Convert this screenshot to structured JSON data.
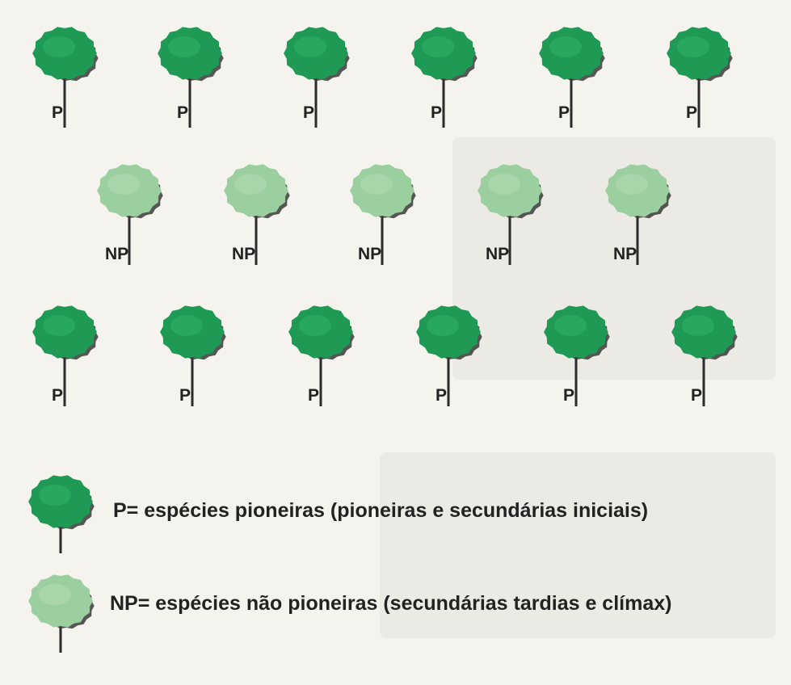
{
  "rows": [
    {
      "label": "P",
      "kind": "pioneer"
    },
    {
      "label": "NP",
      "kind": "non_pioneer"
    },
    {
      "label": "P",
      "kind": "pioneer"
    }
  ],
  "colors": {
    "pioneer": "#1f9a55",
    "pioneer_highlight": "#2fb567",
    "non_pioneer": "#9ccf9f",
    "non_pioneer_highlight": "#b3dcb3",
    "shadow": "#3a3a3a",
    "trunk": "#2b2b2b"
  },
  "legend": {
    "pioneer": {
      "text": "P= espécies pioneiras (pioneiras e secundárias iniciais)"
    },
    "non_pioneer": {
      "text": "NP= espécies não pioneiras (secundárias tardias e clímax)"
    }
  }
}
